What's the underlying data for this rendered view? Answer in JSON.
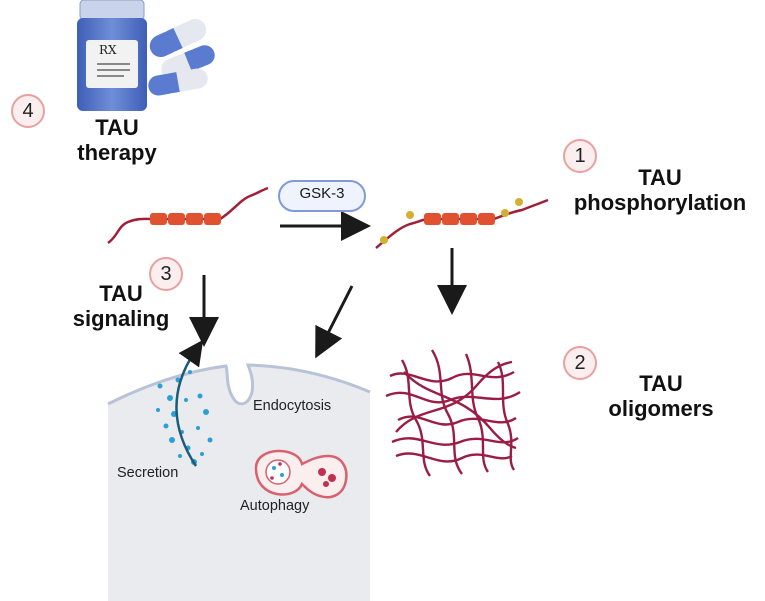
{
  "labels": {
    "therapy": [
      "TAU",
      "therapy"
    ],
    "phosphorylation": [
      "TAU",
      "phosphorylation"
    ],
    "oligomers": [
      "TAU",
      "oligomers"
    ],
    "signaling": [
      "TAU",
      "signaling"
    ]
  },
  "steps": {
    "one": "1",
    "two": "2",
    "three": "3",
    "four": "4"
  },
  "enzyme": "GSK-3",
  "cell": {
    "endocytosis": "Endocytosis",
    "secretion": "Secretion",
    "autophagy": "Autophagy"
  },
  "bottle": {
    "rx": "RX"
  },
  "colors": {
    "tau_strand": "#a11f37",
    "tau_bead": "#e0512f",
    "phosphate": "#d4b030",
    "oligomer": "#9b1c45",
    "membrane": "#b8c3d8",
    "cell_fill": "#e9ebef",
    "vesicle_dot": "#2aa0d4",
    "pill_blue": "#4c6fc8",
    "badge_fill": "#fbeeee",
    "badge_border": "#e9a0a0"
  }
}
